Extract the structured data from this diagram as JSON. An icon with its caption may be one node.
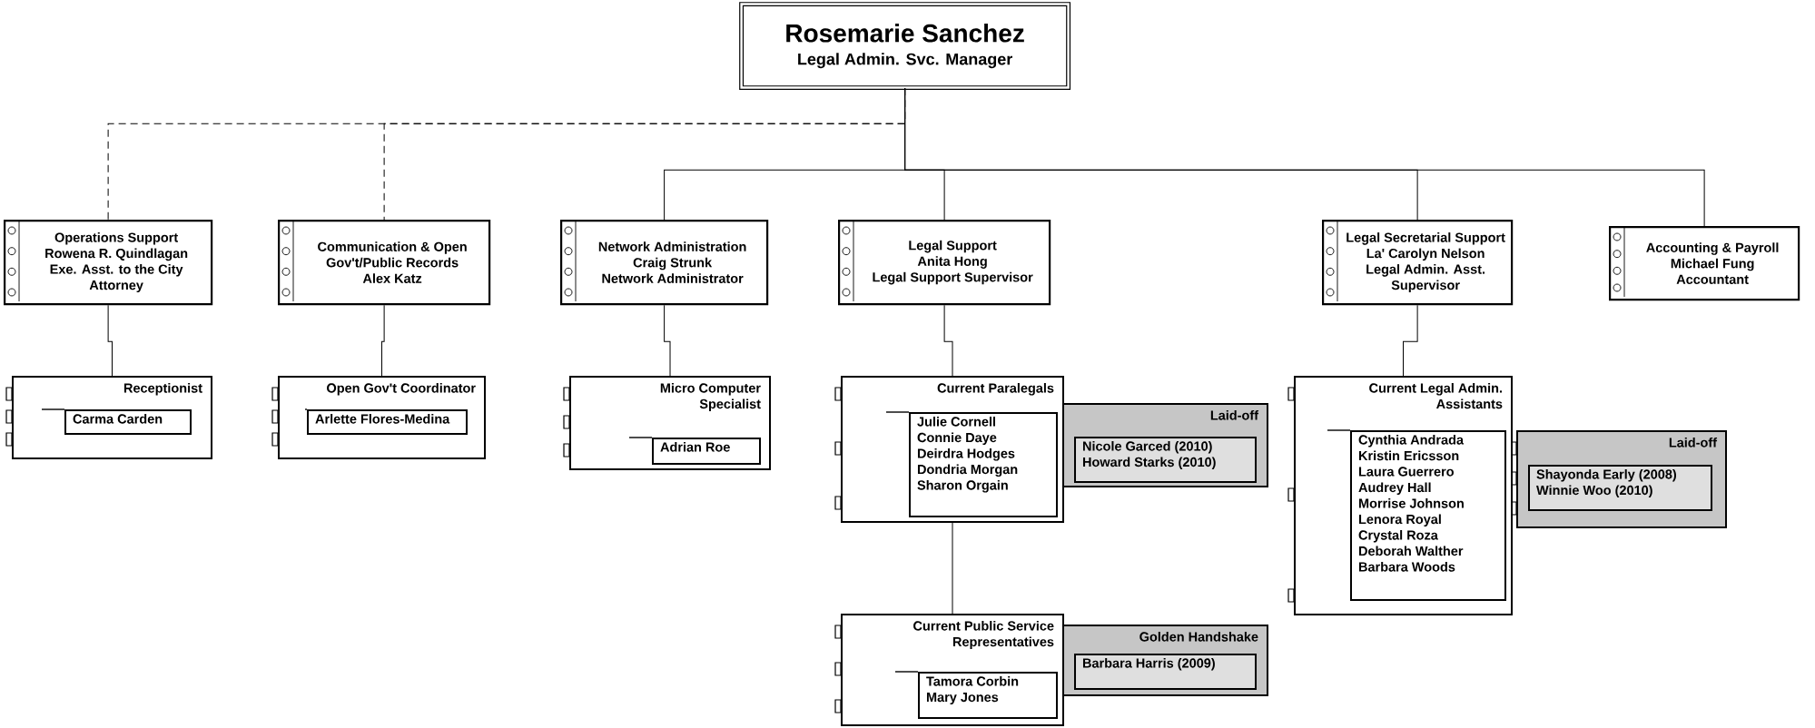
{
  "diagram": {
    "nodes": [
      {
        "text": [
          "Rosemarie Sanchez",
          "Legal Admin. Svc. Manager"
        ]
      },
      {
        "text": [
          "Operations Support",
          "Rowena R. Quindlagan",
          "Exe. Asst. to the City Attorney"
        ]
      },
      {
        "text": [
          "Communication & Open Gov't/Public Records",
          "Alex Katz"
        ]
      },
      {
        "text": [
          "Network Administration",
          "Craig Strunk",
          "Network Administrator"
        ]
      },
      {
        "text": [
          "Legal Support",
          "Anita Hong",
          "Legal Support Supervisor"
        ]
      },
      {
        "text": [
          "Legal Secretarial Support",
          "La' Carolyn Nelson",
          "Legal Admin. Asst. Supervisor"
        ]
      },
      {
        "text": [
          "Accounting & Payroll",
          "Michael Fung",
          "Accountant"
        ]
      },
      {
        "text": [
          "Receptionist"
        ]
      },
      {
        "text": [
          "Carma Carden"
        ],
        "in": 7
      },
      {
        "text": [
          "Open Gov't Coordinator"
        ]
      },
      {
        "text": [
          "Arlette Flores-Medina"
        ],
        "in": 9
      },
      {
        "text": [
          "Micro Computer Specialist"
        ]
      },
      {
        "text": [
          "Adrian Roe"
        ],
        "in": 11
      },
      {
        "text": [
          "Current Paralegals"
        ]
      },
      {
        "text": [
          "Julie Cornell",
          "Connie Daye",
          "Deirdra Hodges",
          "Dondria Morgan",
          "Sharon Orgain"
        ],
        "in": 13
      },
      {
        "text": [
          "Laid-off"
        ]
      },
      {
        "text": [
          "Nicole Garced (2010)",
          "Howard Starks (2010)"
        ],
        "in": 15
      },
      {
        "text": [
          "Current Legal Admin. Assistants"
        ]
      },
      {
        "text": [
          "Cynthia Andrada",
          "Kristin Ericsson",
          "Laura Guerrero",
          "Audrey Hall",
          "Morrise Johnson",
          "Lenora Royal",
          "Crystal Roza",
          "Deborah Walther",
          "Barbara Woods"
        ],
        "in": 17
      },
      {
        "text": [
          "Laid-off"
        ]
      },
      {
        "text": [
          "Shayonda Early (2008)",
          "Winnie Woo (2010)"
        ],
        "in": 19
      },
      {
        "text": [
          "Current Public Service Representatives"
        ]
      },
      {
        "text": [
          "Tamora Corbin",
          "Mary Jones"
        ],
        "in": 21
      },
      {
        "text": [
          "Golden Handshake"
        ]
      },
      {
        "text": [
          "Barbara Harris (2009)"
        ],
        "in": 23
      }
    ],
    "edges": [
      {
        "from": 0,
        "to": 1,
        "arrow": "none",
        "style": "dashed"
      },
      {
        "from": 0,
        "to": 2,
        "arrow": "none",
        "style": "dashed"
      },
      {
        "from": 0,
        "to": 3,
        "arrow": "none"
      },
      {
        "from": 0,
        "to": 4,
        "arrow": "none"
      },
      {
        "from": 0,
        "to": 5,
        "arrow": "none"
      },
      {
        "from": 0,
        "to": 6,
        "arrow": "none"
      },
      {
        "from": 1,
        "to": 7,
        "arrow": "none"
      },
      {
        "from": 2,
        "to": 9,
        "arrow": "none"
      },
      {
        "from": 3,
        "to": 11,
        "arrow": "none"
      },
      {
        "from": 4,
        "to": 13,
        "arrow": "none"
      },
      {
        "from": 5,
        "to": 17,
        "arrow": "none"
      },
      {
        "from": 13,
        "to": 21,
        "arrow": "none"
      }
    ]
  }
}
